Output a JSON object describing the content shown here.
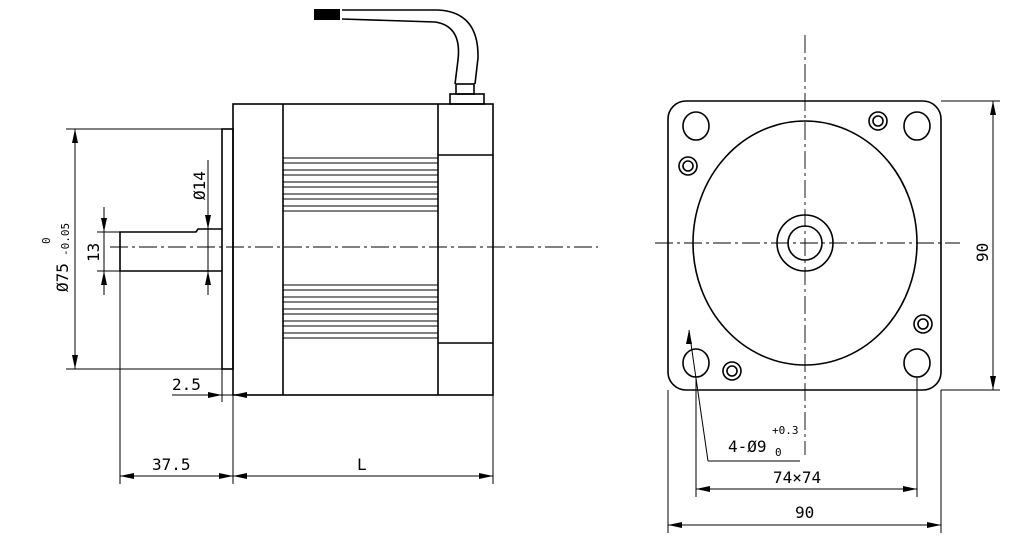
{
  "side_view": {
    "flange_diameter_label": "Ø75",
    "flange_tolerance_upper": "0",
    "flange_tolerance_lower": "-0.05",
    "shaft_flat_label": "13",
    "shaft_diameter_label": "Ø14",
    "flange_thickness_label": "2.5",
    "shaft_length_label": "37.5",
    "body_length_label": "L"
  },
  "front_view": {
    "height_label": "90",
    "width_label": "90",
    "hole_spacing_label": "74×74",
    "hole_label": "4-Ø9",
    "hole_tolerance_upper": "+0.3",
    "hole_tolerance_lower": "0"
  }
}
